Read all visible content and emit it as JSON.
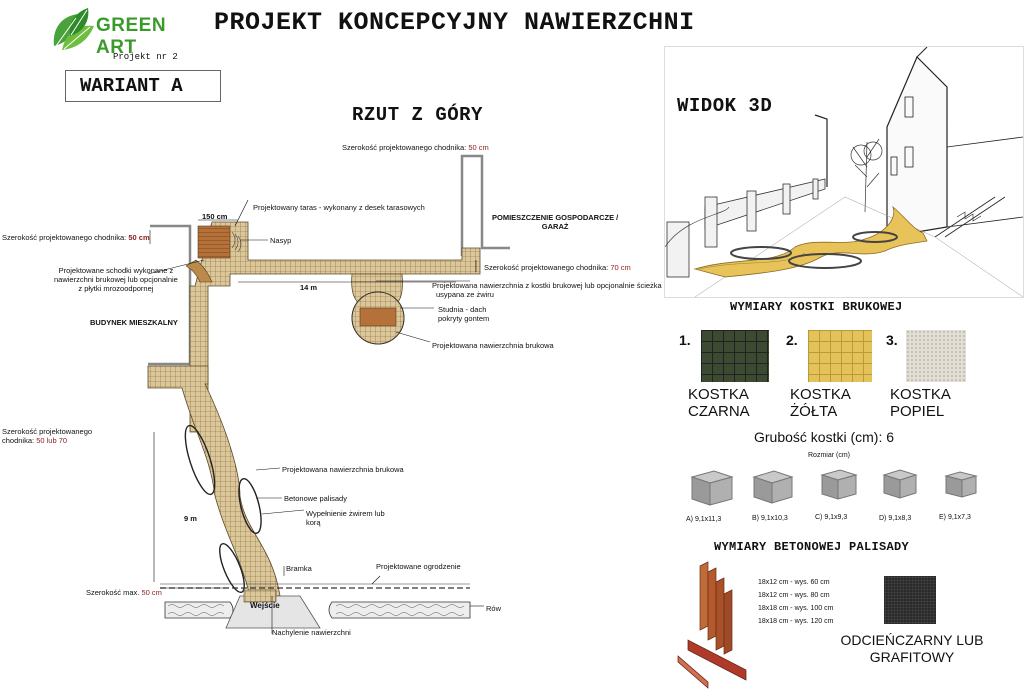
{
  "header": {
    "logo_text": "GREEN ART",
    "title": "PROJEKT KONCEPCYJNY NAWIERZCHNI",
    "project_no": "Projekt nr 2"
  },
  "variant": "WARIANT A",
  "plan": {
    "title": "RZUT Z GÓRY",
    "labels": {
      "top_width": "Szerokość projektowanego chodnika:",
      "top_width_val": "50 cm",
      "dim_150": "150 cm",
      "terrace": "Projektowany taras - wykonany z desek tarasowych",
      "left_width": "Szerokość projektowanego chodnika:",
      "left_width_val": "50 cm",
      "nasyp": "Nasyp",
      "stairs_1": "Projektowane schodki wykonane z",
      "stairs_2": "nawierzchni brukowej lub opcjonalnie",
      "stairs_3": "z płytki mrozoodpornej",
      "dim_14m": "14 m",
      "garage_1": "POMIESZCZENIE GOSPODARCZE /",
      "garage_2": "GARAŻ",
      "right_width": "Szerokość projektowanego chodnika:",
      "right_width_val": "70 cm",
      "gravel_1": "Projektowana nawierzchnia z kostki brukowej lub opcjonalnie ścieżka",
      "gravel_2": "usypana ze żwiru",
      "well_1": "Studnia - dach",
      "well_2": "pokryty gontem",
      "paving_1": "Projektowana nawierzchnia brukowa",
      "house": "BUDYNEK MIESZKALNY",
      "mid_width_1": "Szerokość projektowanego",
      "mid_width_2": "chodnika:",
      "mid_width_val": "50 lub 70",
      "paving_2": "Projektowana nawierzchnia brukowa",
      "palisade": "Betonowe palisady",
      "fill_1": "Wypełnienie żwirem lub",
      "fill_2": "korą",
      "dim_9m": "9 m",
      "gate": "Bramka",
      "fence": "Projektowane ogrodzenie",
      "max_width": "Szerokość max.",
      "max_width_val": "50 cm",
      "entry": "Wejście",
      "ditch": "Rów",
      "slope": "Nachylenie nawierzchni"
    }
  },
  "view3d": {
    "title": "WIDOK 3D"
  },
  "stones": {
    "title": "WYMIARY KOSTKI BRUKOWEJ",
    "items": [
      {
        "num": "1.",
        "line1": "KOSTKA",
        "line2": "CZARNA",
        "color": "#3d4a32"
      },
      {
        "num": "2.",
        "line1": "KOSTKA",
        "line2": "ŻÓŁTA",
        "color": "#e3c25a"
      },
      {
        "num": "3.",
        "line1": "KOSTKA",
        "line2": "POPIEL",
        "color": "#e2ddd5"
      }
    ],
    "thickness": "Grubość kostki (cm): 6",
    "size_label": "Rozmiar (cm)",
    "sizes": [
      "A) 9,1x11,3",
      "B) 9,1x10,3",
      "C) 9,1x9,3",
      "D) 9,1x8,3",
      "E) 9,1x7,3"
    ]
  },
  "palisade": {
    "title": "WYMIARY BETONOWEJ PALISADY",
    "rows": [
      "18x12 cm - wys. 60 cm",
      "18x12 cm - wys. 80 cm",
      "18x18 cm - wys. 100 cm",
      "18x18 cm - wys. 120 cm"
    ],
    "shade_1": "ODCIEŃCZARNY LUB",
    "shade_2": "GRAFITOWY"
  }
}
